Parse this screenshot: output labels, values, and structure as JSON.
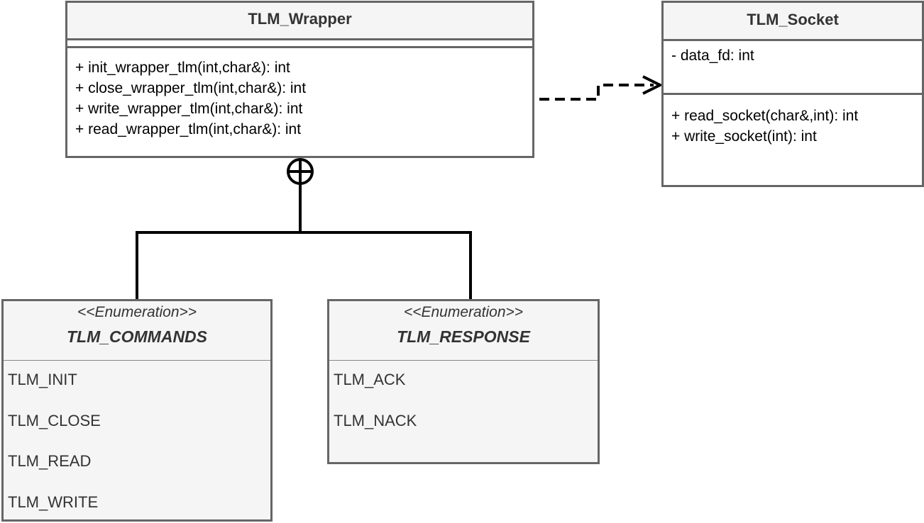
{
  "classes": {
    "wrapper": {
      "name": "TLM_Wrapper",
      "attributes": [],
      "operations": [
        "+ init_wrapper_tlm(int,char&): int",
        "+ close_wrapper_tlm(int,char&): int",
        "+ write_wrapper_tlm(int,char&): int",
        "+ read_wrapper_tlm(int,char&): int"
      ]
    },
    "socket": {
      "name": "TLM_Socket",
      "attributes": [
        "- data_fd: int"
      ],
      "operations": [
        "+ read_socket(char&,int): int",
        "+ write_socket(int): int"
      ]
    }
  },
  "enumerations": {
    "commands": {
      "stereotype": "<<Enumeration>>",
      "name": "TLM_COMMANDS",
      "values": [
        "TLM_INIT",
        "TLM_CLOSE",
        "TLM_READ",
        "TLM_WRITE"
      ]
    },
    "response": {
      "stereotype": "<<Enumeration>>",
      "name": "TLM_RESPONSE",
      "values": [
        "TLM_ACK",
        "TLM_NACK"
      ]
    }
  },
  "relationships": [
    {
      "type": "dependency",
      "from": "TLM_Wrapper",
      "to": "TLM_Socket"
    },
    {
      "type": "nesting",
      "from": "TLM_Wrapper",
      "to": "TLM_COMMANDS"
    },
    {
      "type": "nesting",
      "from": "TLM_Wrapper",
      "to": "TLM_RESPONSE"
    }
  ],
  "colors": {
    "border": "#666666",
    "header_fill": "#f5f5f5",
    "connector": "#000000"
  }
}
